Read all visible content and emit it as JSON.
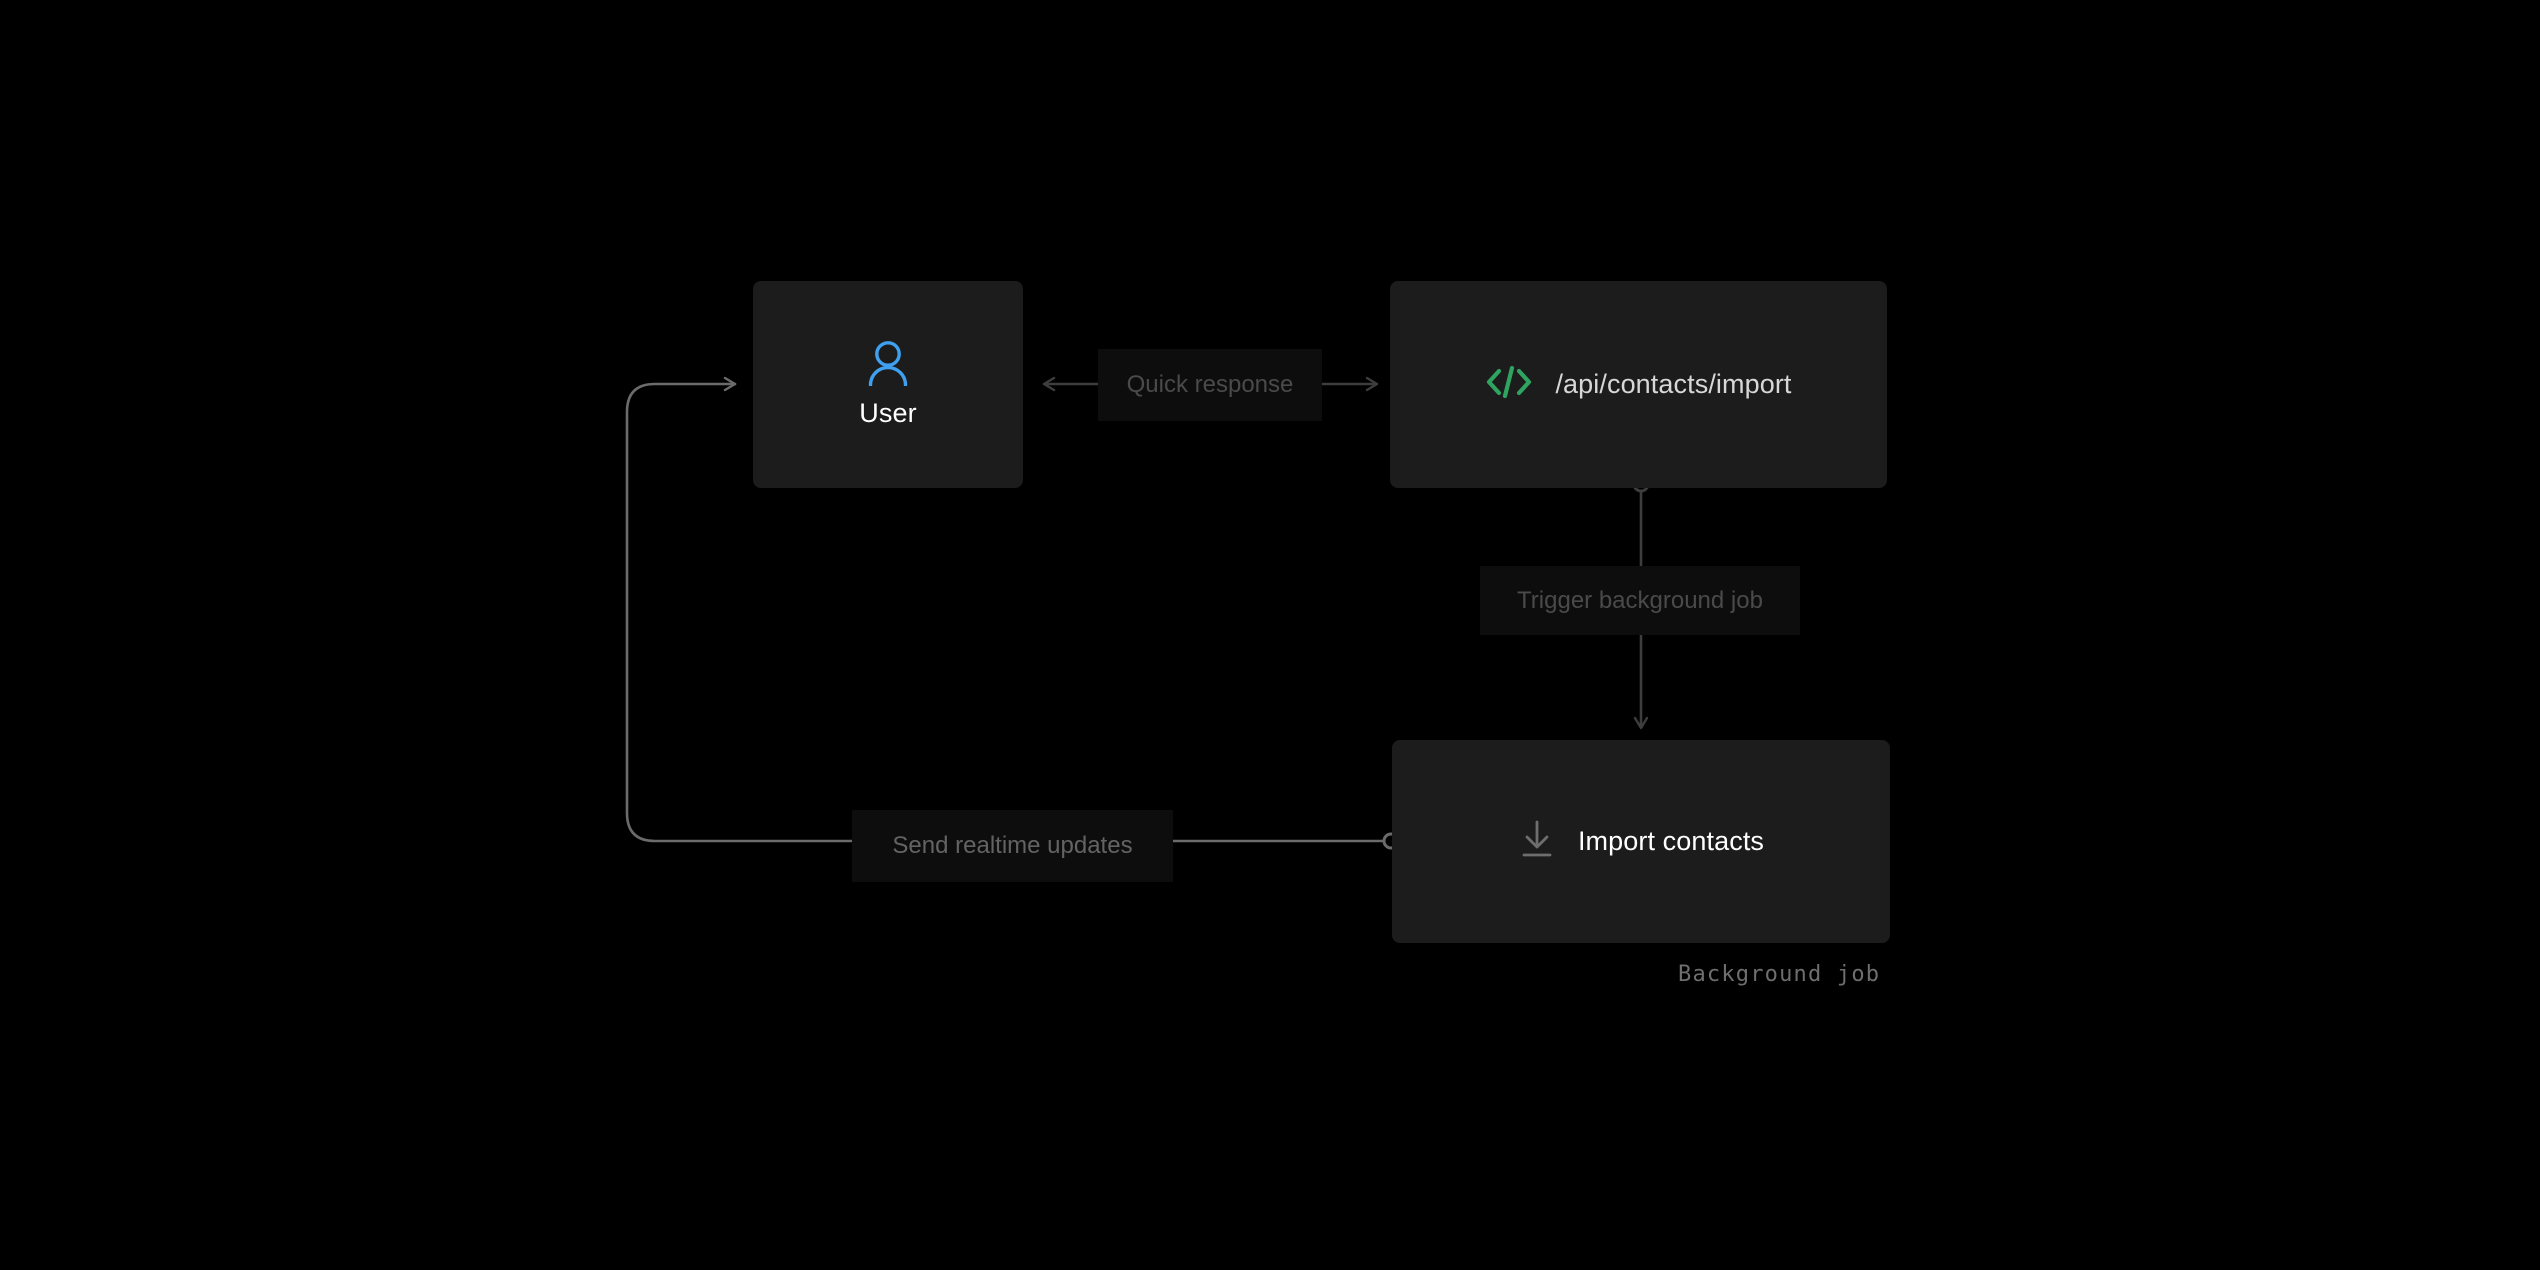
{
  "diagram": {
    "background_color": "#000000",
    "node_color": "#1c1c1c",
    "edge_color": "#3d3d3d",
    "loop_edge_color": "#6b6b6b",
    "accent_user_color": "#3fa0f0",
    "accent_code_color": "#2fa360",
    "nodes": [
      {
        "id": "user",
        "label": "User",
        "icon": "person-icon",
        "icon_color": "#3fa0f0"
      },
      {
        "id": "api",
        "label": "/api/contacts/import",
        "icon": "code-brackets-icon",
        "icon_color": "#2fa360"
      },
      {
        "id": "job",
        "label": "Import contacts",
        "icon": "download-arrow-icon",
        "icon_color": "#6e6e6e",
        "caption": "Background job"
      }
    ],
    "edges": [
      {
        "id": "quick-response",
        "label": "Quick response",
        "from": "api",
        "to": "user",
        "direction": "bidirectional"
      },
      {
        "id": "trigger-background-job",
        "label": "Trigger background job",
        "from": "api",
        "to": "job",
        "direction": "down"
      },
      {
        "id": "send-realtime-updates",
        "label": "Send realtime updates",
        "from": "job",
        "to": "user",
        "direction": "loop-left"
      }
    ]
  }
}
